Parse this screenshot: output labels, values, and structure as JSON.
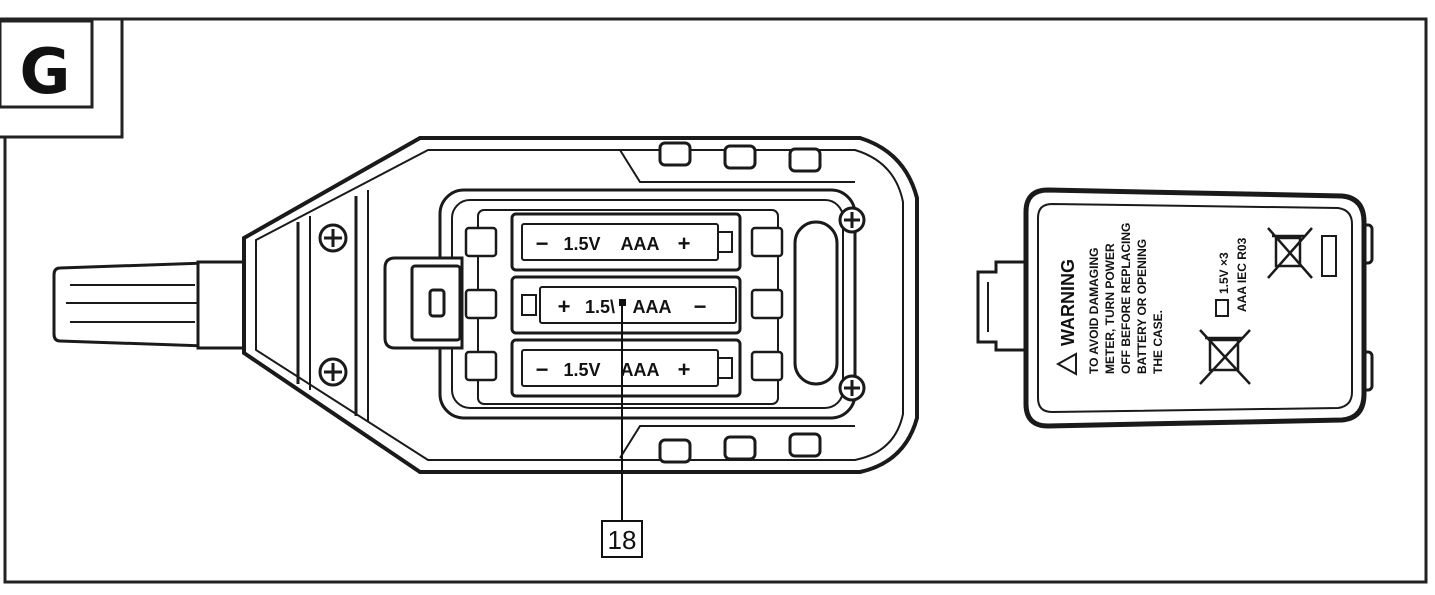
{
  "figure": {
    "panel_letter": "G",
    "callout_number": "18"
  },
  "batteries": [
    {
      "neg": "−",
      "voltage": "1.5V",
      "size": "AAA",
      "pos": "+"
    },
    {
      "pos": "+",
      "voltage": "1.5\\",
      "size": "AAA",
      "neg": "−"
    },
    {
      "neg": "−",
      "voltage": "1.5V",
      "size": "AAA",
      "pos": "+"
    }
  ],
  "cover": {
    "warning_title": "WARNING",
    "warning_lines": [
      "TO AVOID DAMAGING",
      "METER, TURN POWER",
      "OFF BEFORE REPLACING",
      "BATTERY OR OPENING",
      "THE CASE."
    ],
    "battery_spec_line1": "1.5V ×3",
    "battery_spec_line2": "AAA IEC R03"
  }
}
